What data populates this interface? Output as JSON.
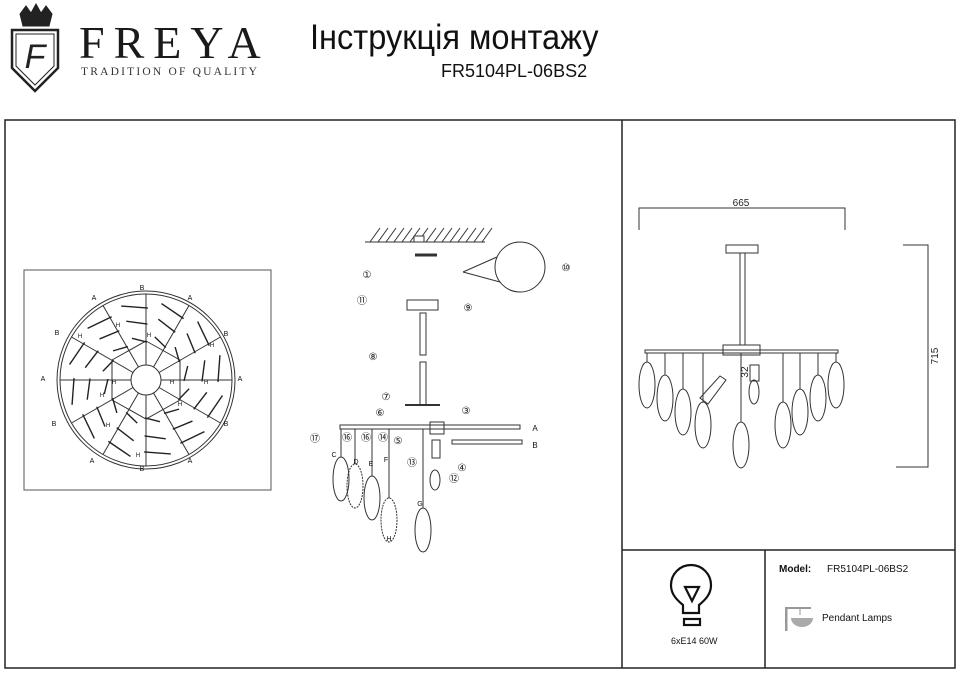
{
  "header": {
    "brand": "FREYA",
    "tagline": "TRADITION OF QUALITY",
    "logo_letter": "F",
    "title": "Інструкція монтажу",
    "model_code": "FR5104PL-06BS2"
  },
  "top_view": {
    "arm_labels": [
      "B",
      "A",
      "A",
      "B",
      "B",
      "A",
      "A",
      "B",
      "B",
      "A",
      "A",
      "B"
    ],
    "pendant_labels": [
      "H",
      "H",
      "H",
      "H",
      "H",
      "H",
      "H",
      "H",
      "H",
      "H",
      "H"
    ]
  },
  "assembly": {
    "part_numbers": [
      "①",
      "⑪",
      "⑨",
      "⑧",
      "⑦",
      "⑥",
      "③",
      "⑰",
      "⑯",
      "⑯",
      "⑭",
      "⑤",
      "④",
      "⑬",
      "⑫",
      "⑩"
    ],
    "arm_labels": [
      "A",
      "B"
    ],
    "pendant_labels": [
      "C",
      "D",
      "E",
      "F",
      "G",
      "H"
    ]
  },
  "dimensions": {
    "width": "665",
    "height": "715",
    "offset": "32"
  },
  "specs": {
    "bulb_icon": "light-bulb-icon",
    "lamp_spec": "6xE14 60W",
    "model_label": "Model:",
    "model_value": "FR5104PL-06BS2",
    "type_icon": "pendant-lamp-icon",
    "type_label": "Pendant Lamps"
  }
}
